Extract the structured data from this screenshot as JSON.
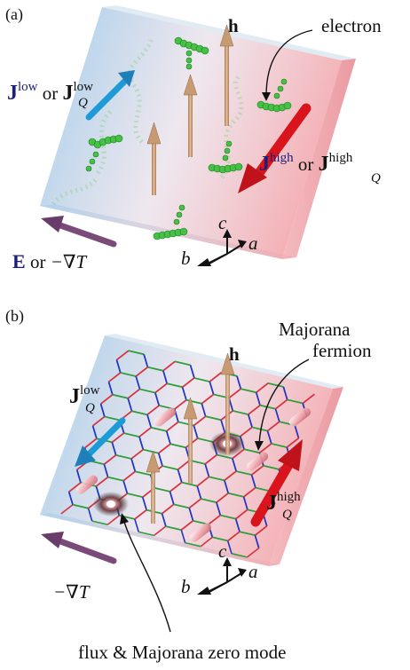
{
  "panel_a": {
    "tag": "(a)",
    "field_label": "h",
    "electron_label": "electron",
    "j_low": {
      "symbol": "J",
      "sup": "low",
      "or": " or ",
      "q_symbol": "J",
      "q_sup": "low",
      "q_sub": "Q"
    },
    "j_high": {
      "symbol": "J",
      "sup": "high",
      "or": " or ",
      "q_symbol": "J",
      "q_sup": "high",
      "q_sub": "Q"
    },
    "drive": {
      "e": "E",
      "or": " or ",
      "grad": "−∇T"
    },
    "axes": {
      "c": "c",
      "a": "a",
      "b": "b"
    }
  },
  "panel_b": {
    "tag": "(b)",
    "field_label": "h",
    "majorana_label_line1": "Majorana",
    "majorana_label_line2": "fermion",
    "j_low": {
      "symbol": "J",
      "sup": "low",
      "sub": "Q"
    },
    "j_high": {
      "symbol": "J",
      "sup": "high",
      "sub": "Q"
    },
    "drive": {
      "grad": "−∇T"
    },
    "axes": {
      "c": "c",
      "a": "a",
      "b": "b"
    },
    "caption": "flux & Majorana zero mode"
  },
  "colors": {
    "cold": "#8fc3e6",
    "hot": "#f2a5aa",
    "arrow_blue": "#1e9bd6",
    "arrow_red": "#d9141c",
    "arrow_purple": "#7a4a79",
    "field_arrow": "#c79a72",
    "electron": "#3fbf3f",
    "bond_red": "#d9333f",
    "bond_green": "#2f9e3a",
    "bond_blue": "#2336c4"
  }
}
